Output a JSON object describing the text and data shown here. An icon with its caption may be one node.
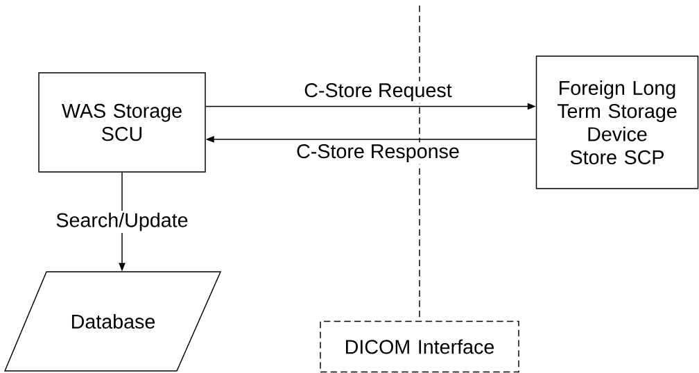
{
  "diagram": {
    "nodes": [
      {
        "text": [
          "WAS Storage SCU"
        ]
      },
      {
        "text": [
          "Foreign Long Term Storage Device Store SCP"
        ]
      },
      {
        "text": [
          "Database"
        ]
      },
      {
        "text": [
          "DICOM Interface"
        ]
      }
    ],
    "edges": [
      {
        "from": 0,
        "to": 1,
        "arrow": "to",
        "label": "C-Store Request"
      },
      {
        "from": 1,
        "to": 0,
        "arrow": "to",
        "label": "C-Store Response"
      },
      {
        "from": 0,
        "to": 2,
        "arrow": "to",
        "label": "Search/Update"
      },
      {
        "from": null,
        "to": 3,
        "arrow": "none",
        "style": "dashed"
      }
    ]
  }
}
